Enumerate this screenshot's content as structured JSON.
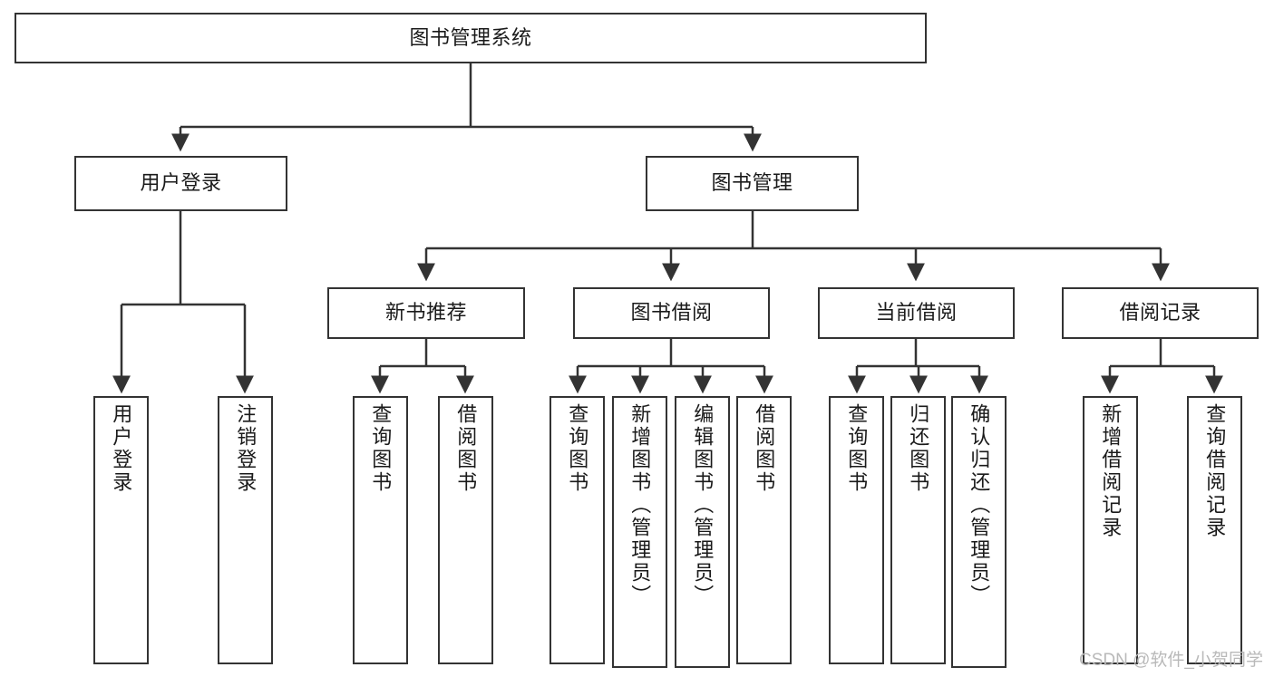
{
  "diagram": {
    "title": "图书管理系统",
    "type": "hierarchy-tree",
    "colors": {
      "stroke": "#333333",
      "fill": "#ffffff",
      "text": "#1a1a1a",
      "watermark": "#b9b9b9"
    },
    "levels": {
      "root": {
        "label": "图书管理系统"
      },
      "level2": [
        {
          "label": "用户登录"
        },
        {
          "label": "图书管理"
        }
      ],
      "level3": [
        {
          "label": "新书推荐"
        },
        {
          "label": "图书借阅"
        },
        {
          "label": "当前借阅"
        },
        {
          "label": "借阅记录"
        }
      ],
      "leaves": {
        "user_login": [
          {
            "label": "用户登录"
          },
          {
            "label": "注销登录"
          }
        ],
        "new_book_recommend": [
          {
            "label": "查询图书"
          },
          {
            "label": "借阅图书"
          }
        ],
        "book_borrow": [
          {
            "label": "查询图书"
          },
          {
            "label": "新增图书（管理员）"
          },
          {
            "label": "编辑图书（管理员）"
          },
          {
            "label": "借阅图书"
          }
        ],
        "current_borrow": [
          {
            "label": "查询图书"
          },
          {
            "label": "归还图书"
          },
          {
            "label": "确认归还（管理员）"
          }
        ],
        "borrow_record": [
          {
            "label": "新增借阅记录"
          },
          {
            "label": "查询借阅记录"
          }
        ]
      }
    }
  },
  "watermark": {
    "text": "CSDN @软件_小贺同学"
  }
}
